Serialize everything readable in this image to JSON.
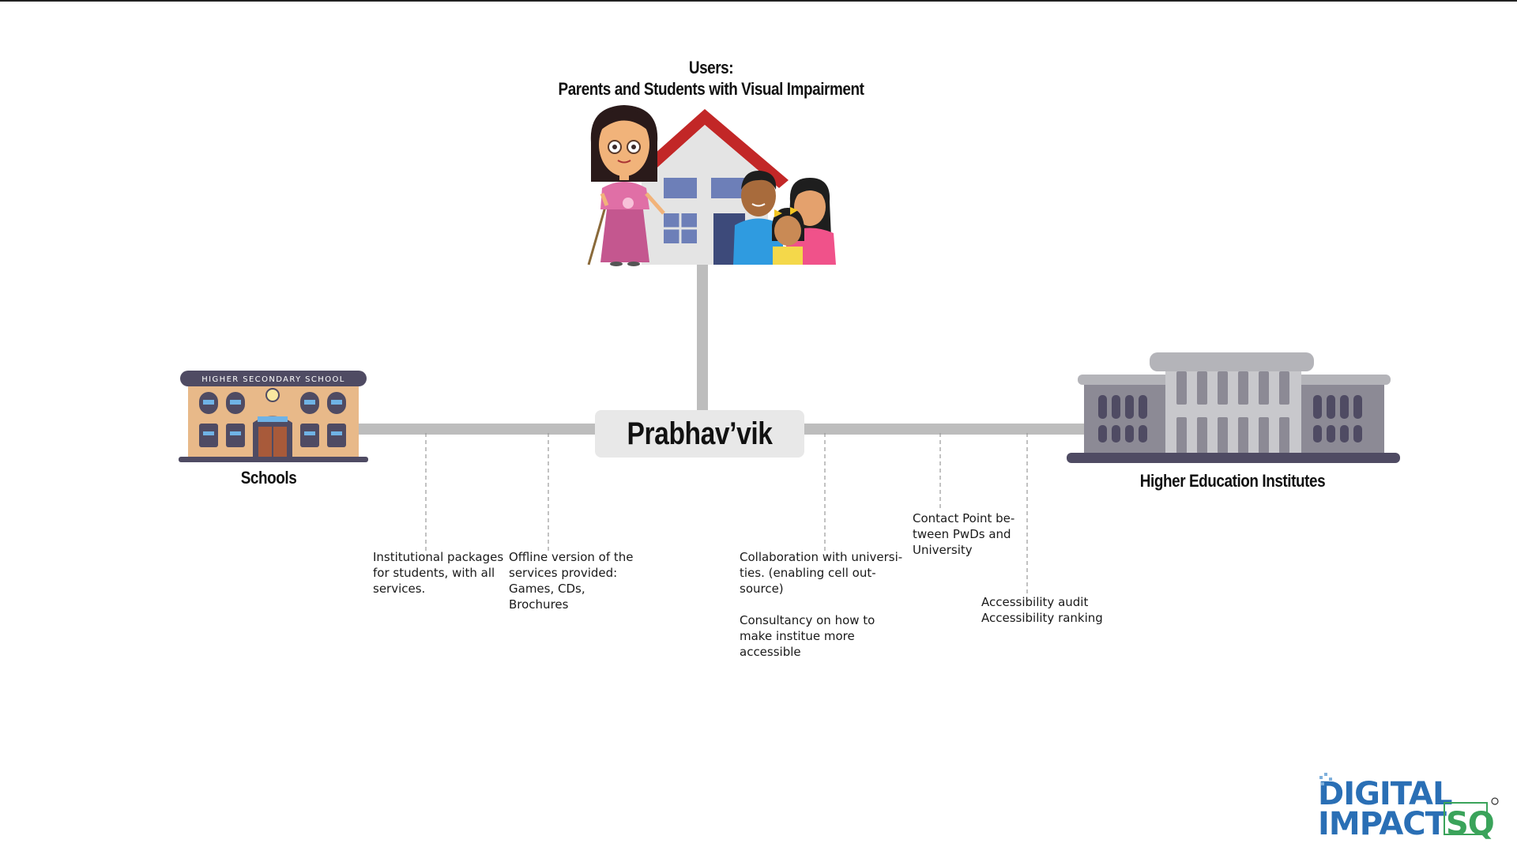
{
  "users": {
    "title_line1": "Users:",
    "title_line2": "Parents and Students with Visual Impairment"
  },
  "hub": {
    "label": "Prabhav’vik"
  },
  "schools": {
    "label": "Schools",
    "building_sign": "HIGHER SECONDARY SCHOOL"
  },
  "higher_education": {
    "label": "Higher Education Institutes"
  },
  "notes": {
    "school_packages": "Institutional packages\nfor students, with all\nservices.",
    "offline_services": "Offline version of the\nservices provided:\nGames, CDs,\nBrochures",
    "collaboration": "Collaboration with universi-\nties. (enabling cell out-\nsource)",
    "consultancy": "Consultancy on how to\nmake institue more\naccessible",
    "contact_point": "Contact Point be-\ntween PwDs and\nUniversity",
    "accessibility": "Accessibility audit\nAccessibility ranking"
  },
  "logo": {
    "line1": "DIGITAL",
    "line2": "IMPACT",
    "suffix": "SQ"
  },
  "colors": {
    "connector": "#bdbdbd",
    "dashed": "#9a9a9a",
    "hub_bg": "#e8e8e8",
    "roof": "#c22727",
    "logo_blue": "#2a6fb5",
    "logo_green": "#3aa35a"
  }
}
